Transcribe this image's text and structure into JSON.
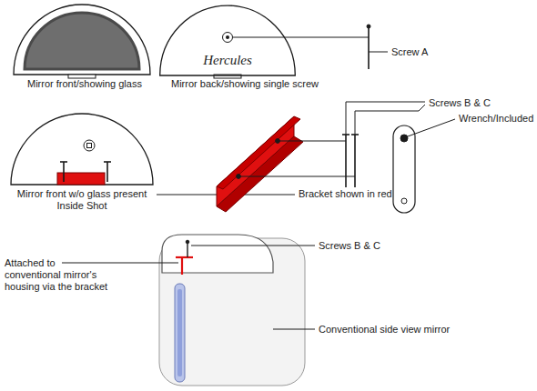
{
  "diagram": {
    "nodes": [
      {
        "text": [
          "Hercules"
        ]
      }
    ],
    "labels": [
      "Mirror front/showing glass",
      "Mirror back/showing single screw",
      "Screw A",
      "Screws B & C",
      "Wrench/Included",
      "Bracket shown in red",
      "Mirror front w/o glass present Inside Shot",
      "Screws B & C",
      "Attached to conventional mirror's housing via the bracket",
      "Conventional side view mirror"
    ]
  }
}
